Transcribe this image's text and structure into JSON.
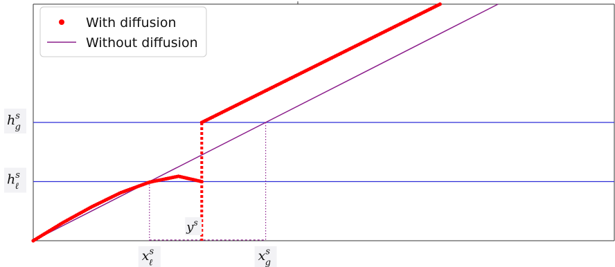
{
  "chart_data": {
    "type": "line",
    "title": "",
    "xlabel": "",
    "ylabel": "",
    "xlim": [
      0,
      10
    ],
    "ylim": [
      0,
      4
    ],
    "grid": false,
    "legend_position": "top-left",
    "series": [
      {
        "name": "With diffusion",
        "style": "dots",
        "color": "#ff0000",
        "segments": [
          {
            "x": [
              0,
              0.5,
              1,
              1.5,
              2,
              2.5,
              2.9
            ],
            "y": [
              0,
              0.3,
              0.57,
              0.81,
              0.99,
              1.09,
              1.0
            ]
          },
          {
            "x": [
              2.9,
              7.0
            ],
            "y": [
              2.0,
              4.0
            ]
          }
        ],
        "jump": {
          "x": 2.9,
          "y_from": 0,
          "y_to": 2.0
        }
      },
      {
        "name": "Without diffusion",
        "style": "line",
        "color": "#8b1e8b",
        "x": [
          0,
          8.0
        ],
        "y": [
          0,
          4.0
        ]
      }
    ],
    "reference_lines": {
      "horizontal": [
        {
          "label_base": "h",
          "label_sub": "g",
          "label_sup": "s",
          "y": 2.0,
          "color": "#2b2bd6"
        },
        {
          "label_base": "h",
          "label_sub": "ℓ",
          "label_sup": "s",
          "y": 1.0,
          "color": "#2b2bd6"
        }
      ],
      "vertical_dotted": [
        {
          "label_base": "x",
          "label_sub": "ℓ",
          "label_sup": "s",
          "x": 2.0,
          "y_top": 1.0
        },
        {
          "label_base": "x",
          "label_sub": "g",
          "label_sup": "s",
          "x": 4.0,
          "y_top": 2.0
        }
      ],
      "annotation": {
        "label_base": "y",
        "label_sup": "s",
        "x": 2.9
      }
    }
  }
}
